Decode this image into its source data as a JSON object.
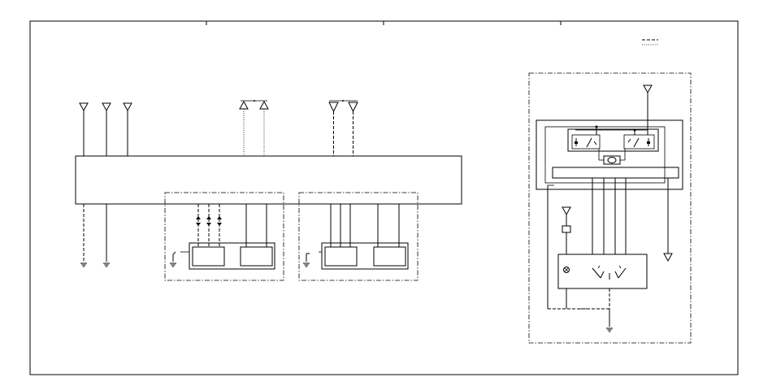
{
  "diagram": {
    "type": "wiring-schematic",
    "colors": {
      "line": "#000000",
      "background": "#ffffff"
    },
    "icons": [
      "connector-triangle-icon",
      "ground-icon",
      "relay-icon",
      "motor-icon",
      "fuse-icon",
      "lamp-icon",
      "switch-icon"
    ],
    "legend_line_styles": [
      "dashed",
      "dotted"
    ]
  }
}
